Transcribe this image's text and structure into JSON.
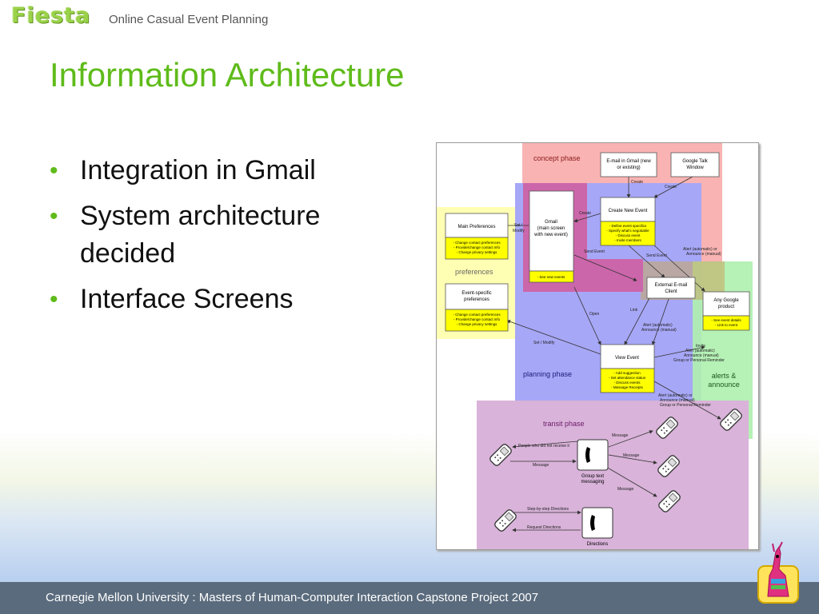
{
  "header": {
    "logo": "Fiesta",
    "tagline": "Online Casual Event Planning"
  },
  "slide": {
    "title": "Information Architecture",
    "bullets": [
      {
        "text": "Integration in Gmail"
      },
      {
        "text": "System architecture decided"
      },
      {
        "text": "Interface Screens"
      }
    ]
  },
  "diagram": {
    "regions": {
      "concept": "concept phase",
      "preferences": "preferences",
      "planning": "planning phase",
      "alerts_1": "alerts &",
      "alerts_2": "announce",
      "transit": "transit phase"
    },
    "boxes": {
      "main_prefs": {
        "title": "Main Preferences",
        "items": [
          "- Change contact preferences",
          "- Provide/change contact info",
          "- Change privacy settings"
        ]
      },
      "event_prefs": {
        "title_1": "Event-specific",
        "title_2": "preferences",
        "items": [
          "- Change contact preferences",
          "- Provide/change contact info",
          "- Change privacy settings"
        ]
      },
      "gmail": {
        "title_1": "Gmail",
        "title_2": "(main screen",
        "title_3": "with new event)",
        "items": [
          "- See new events"
        ]
      },
      "email_gmail": {
        "title_1": "E-mail in Gmail (new",
        "title_2": "or existing)"
      },
      "gtalk": {
        "title_1": "Google Talk",
        "title_2": "Window"
      },
      "create_event": {
        "title": "Create New Event",
        "items": [
          "- Define event specifics",
          "- Specify what's negotiable",
          "- Discuss event",
          "- Invite members"
        ]
      },
      "ext_email": {
        "title_1": "External E-mail",
        "title_2": "Client"
      },
      "any_google": {
        "title_1": "Any Google",
        "title_2": "product",
        "items": [
          "- See event details",
          "- Link to event"
        ]
      },
      "view_event": {
        "title": "View Event",
        "items": [
          "- Add suggestion",
          "- Set attendance status",
          "- Discuss events",
          "- Message Receipts"
        ]
      },
      "group_text": {
        "title_1": "Group text",
        "title_2": "messaging"
      },
      "directions": {
        "title": "Directions"
      }
    },
    "arrow_labels": {
      "create_1": "Create",
      "create_2": "Create",
      "create_3": "Create",
      "set_modify_1": "Set /",
      "set_modify_2": "Modify",
      "send_event_1": "Send Event",
      "send_event_2": "Send Event",
      "alert_1a": "Alert (automatic) or",
      "alert_1b": "Announce (manual)",
      "open": "Open",
      "link": "Link",
      "alert_2a": "Alert (automatic)",
      "alert_2b": "Announce (manual)",
      "set_modify_3": "Set / Modify",
      "invite_1": "Invite",
      "invite_2": "Alert (automatic)",
      "invite_3": "Announce (manual)",
      "invite_4": "Group or Personal Reminder",
      "alert_3a": "Alert (automatic) or",
      "alert_3b": "Announce (manual)",
      "alert_3c": "Group or Personal Reminder",
      "people_not_received": "People who did not receive it",
      "message_1": "Message",
      "message_2": "Message",
      "message_3": "Message",
      "message_4": "Message",
      "step_by_step": "Step-by-step Directions",
      "request_directions": "Request Directions"
    }
  },
  "footer": {
    "text": "Carnegie Mellon University : Masters of Human-Computer Interaction Capstone Project 2007"
  },
  "colors": {
    "accent_green": "#5fbb1a",
    "concept_region": "#f9b3b3",
    "preferences_region": "#ffffb3",
    "planning_region": "#a7a7f7",
    "alerts_region": "#b0f0b0",
    "transit_region": "#d9b3d9",
    "gmail_region": "#cc66aa",
    "yellow_note": "#ffff00",
    "footer_bar": "#5a6b7d"
  }
}
